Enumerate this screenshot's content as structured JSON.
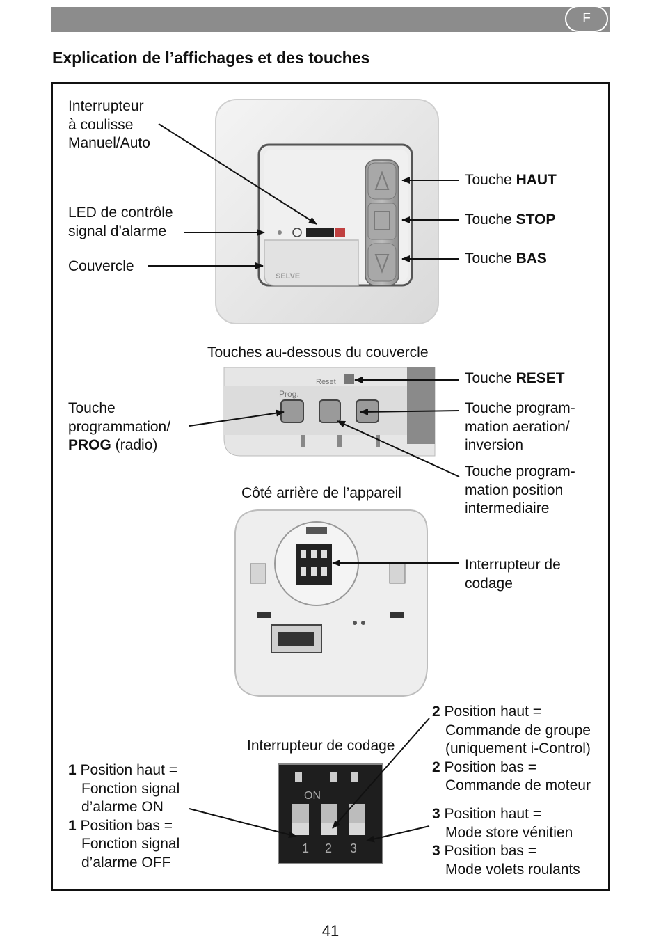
{
  "header": {
    "lang_badge": "F"
  },
  "title": "Explication de l’affichages et des touches",
  "front": {
    "slide_switch": [
      "Interrupteur",
      "à coulisse",
      "Manuel/Auto"
    ],
    "led": [
      "LED de contrôle",
      "signal d’alarme"
    ],
    "cover": "Couvercle",
    "key_up": {
      "prefix": "Touche ",
      "bold": "HAUT"
    },
    "key_stop": {
      "prefix": "Touche ",
      "bold": "STOP"
    },
    "key_down": {
      "prefix": "Touche ",
      "bold": "BAS"
    },
    "brand": "SELVE"
  },
  "under_cover": {
    "caption": "Touches au-dessous du couvercle",
    "reset": {
      "prefix": "Touche ",
      "bold": "RESET"
    },
    "prog_line1": "Touche",
    "prog_line2": "programmation/",
    "prog_bold": "PROG",
    "prog_suffix": " (radio)",
    "aeration": [
      "Touche program-",
      "mation aeration/",
      "inversion"
    ],
    "intermediate": [
      "Touche program-",
      "mation position",
      "intermediaire"
    ],
    "btn_prog": "Prog.",
    "btn_reset": "Reset"
  },
  "back": {
    "caption": "Côté arrière de l’appareil",
    "coding_switch": [
      "Interrupteur de",
      "codage"
    ]
  },
  "coding": {
    "caption": "Interrupteur de codage",
    "on_text": "ON",
    "switch_numbers": [
      "1",
      "2",
      "3"
    ],
    "left": [
      {
        "num": "1",
        "lines": [
          "Position haut =",
          "Fonction signal",
          "d’alarme ON"
        ]
      },
      {
        "num": "1",
        "lines": [
          "Position bas =",
          "Fonction signal",
          "d’alarme OFF"
        ]
      }
    ],
    "right_top": [
      {
        "num": "2",
        "lines": [
          "Position haut =",
          "Commande de groupe",
          "(uniquement i-Control)"
        ]
      },
      {
        "num": "2",
        "lines": [
          "Position bas =",
          "Commande de moteur"
        ]
      }
    ],
    "right_bottom": [
      {
        "num": "3",
        "lines": [
          "Position haut =",
          "Mode store vénitien"
        ]
      },
      {
        "num": "3",
        "lines": [
          "Position bas =",
          "Mode volets roulants"
        ]
      }
    ]
  },
  "page_number": "41"
}
